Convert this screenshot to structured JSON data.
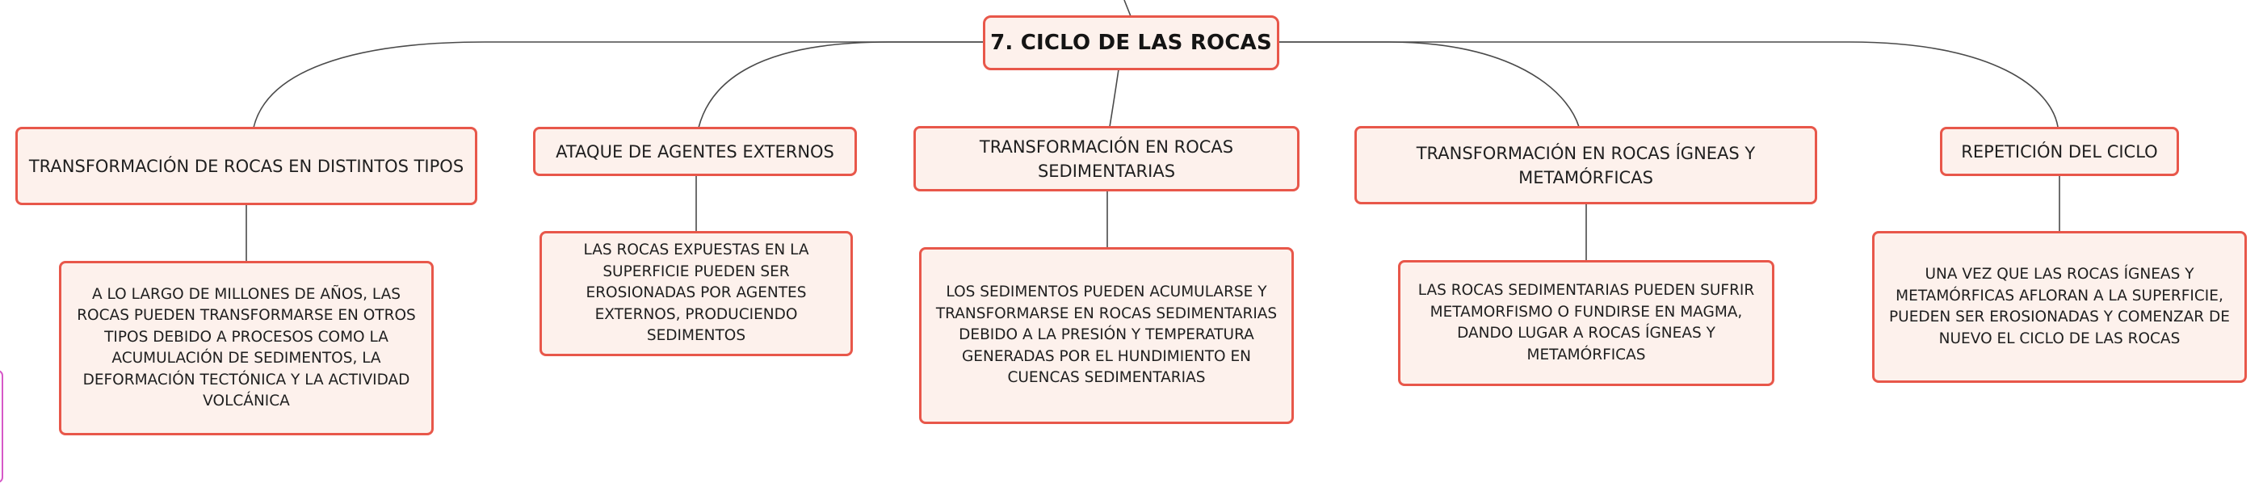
{
  "central": {
    "label": "7. CICLO DE LAS ROCAS"
  },
  "topics": [
    {
      "label": "TRANSFORMACIÓN DE ROCAS EN DISTINTOS TIPOS",
      "detail": "A LO LARGO DE MILLONES DE AÑOS, LAS ROCAS PUEDEN TRANSFORMARSE EN OTROS TIPOS DEBIDO A PROCESOS COMO LA ACUMULACIÓN DE SEDIMENTOS, LA DEFORMACIÓN TECTÓNICA Y LA ACTIVIDAD VOLCÁNICA"
    },
    {
      "label": "ATAQUE DE AGENTES EXTERNOS",
      "detail": "LAS ROCAS EXPUESTAS EN LA SUPERFICIE PUEDEN SER EROSIONADAS POR AGENTES EXTERNOS, PRODUCIENDO SEDIMENTOS"
    },
    {
      "label": "TRANSFORMACIÓN EN ROCAS SEDIMENTARIAS",
      "detail": "LOS SEDIMENTOS PUEDEN ACUMULARSE Y TRANSFORMARSE EN ROCAS SEDIMENTARIAS DEBIDO A LA PRESIÓN Y TEMPERATURA GENERADAS POR EL HUNDIMIENTO EN CUENCAS SEDIMENTARIAS"
    },
    {
      "label": "TRANSFORMACIÓN EN ROCAS ÍGNEAS Y METAMÓRFICAS",
      "detail": "LAS ROCAS SEDIMENTARIAS PUEDEN SUFRIR METAMORFISMO O FUNDIRSE EN MAGMA, DANDO LUGAR A ROCAS ÍGNEAS Y METAMÓRFICAS"
    },
    {
      "label": "REPETICIÓN DEL CICLO",
      "detail": "UNA VEZ QUE LAS ROCAS ÍGNEAS Y METAMÓRFICAS AFLORAN A LA SUPERFICIE, PUEDEN SER EROSIONADAS Y COMENZAR DE NUEVO EL CICLO DE LAS ROCAS"
    }
  ],
  "colors": {
    "node_border": "#e8574a",
    "node_fill": "#fdf1ec",
    "connector": "#4a4a4a"
  }
}
